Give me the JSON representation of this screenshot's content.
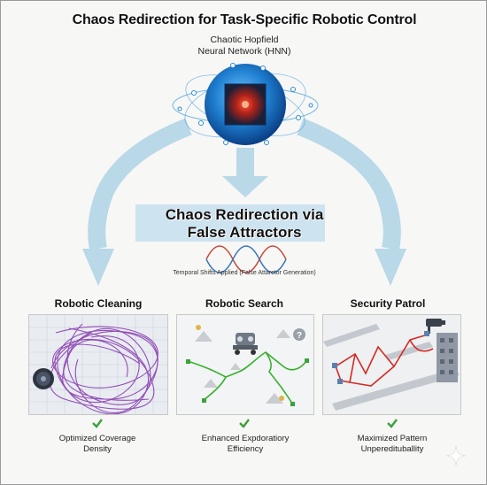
{
  "title": "Chaos Redirection for Task-Specific Robotic Control",
  "hnn": {
    "line1": "Chaotic Hopfield",
    "line2": "Neural Network (HNN)"
  },
  "redirection": {
    "line1": "Chaos Redirection via",
    "line2": "False Attractors"
  },
  "temporal_label": "Temporal Shifts Applied (False Attarctor Generation)",
  "tasks": [
    {
      "title": "Robotic Cleaning",
      "outcome_line1": "Optimized Coverage",
      "outcome_line2": "Density"
    },
    {
      "title": "Robotic Search",
      "outcome_line1": "Enhanced Expdoratiory",
      "outcome_line2": "Efficiency"
    },
    {
      "title": "Security Patrol",
      "outcome_line1": "Maximized Pattern",
      "outcome_line2": "Unperedituballity"
    }
  ],
  "colors": {
    "arrow": "#b9d8e8",
    "sphere": "#1f7fd0",
    "cleaning_path": "#8a3fb0",
    "search_path": "#38b02e",
    "patrol_path": "#d42a22",
    "wave_red": "#c74a3a",
    "wave_blue": "#3a78b8",
    "check": "#3aa23a"
  },
  "icons": [
    "neural-sphere-icon",
    "sine-wave-icon",
    "robot-vacuum-icon",
    "rover-robot-icon",
    "security-camera-icon",
    "check-icon",
    "sparkle-icon"
  ]
}
